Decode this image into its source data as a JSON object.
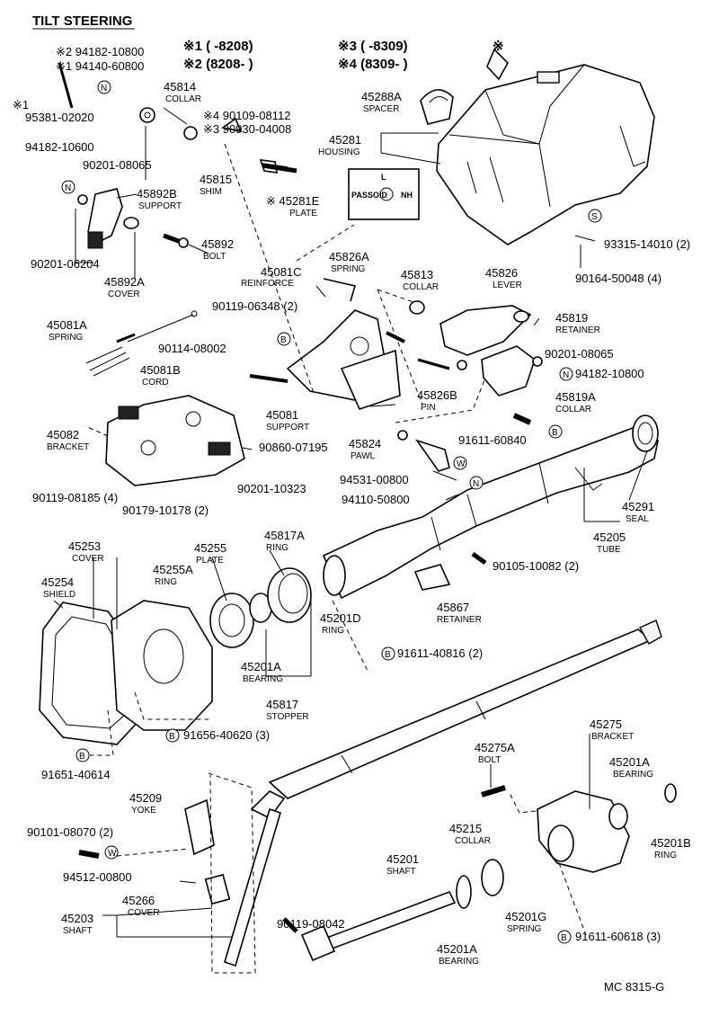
{
  "title": "TILT STEERING",
  "figure_code": "MC 8315-G",
  "legend": {
    "l1": "※1 (      -8208)",
    "l2": "※2 (8208-        )",
    "l3": "※3 (      -8309)",
    "l4": "※4 (8309-        )",
    "mark": "※"
  },
  "markers": {
    "N": "N",
    "B": "B",
    "S": "S",
    "W": "W"
  },
  "plate_text": {
    "passo": "PASSO",
    "center": "ID",
    "right": "NH",
    "top": "L"
  },
  "labels": [
    {
      "id": "p94182_10800_a",
      "text": "※2 94182-10800"
    },
    {
      "id": "p94140_60800",
      "text": "※1 94140-60800"
    },
    {
      "id": "p95381_02020",
      "text": "95381-02020"
    },
    {
      "id": "p95381_mark",
      "text": "※1"
    },
    {
      "id": "p45814",
      "text": "45814"
    },
    {
      "id": "n45814",
      "text": "COLLAR"
    },
    {
      "id": "p90109_08112",
      "text": "※4 90109-08112"
    },
    {
      "id": "p90930_04008",
      "text": "※3 90930-04008"
    },
    {
      "id": "p94182_10600",
      "text": "94182-10600"
    },
    {
      "id": "p90201_08065a",
      "text": "90201-08065"
    },
    {
      "id": "p45815",
      "text": "45815"
    },
    {
      "id": "n45815",
      "text": "SHIM"
    },
    {
      "id": "p45892B",
      "text": "45892B"
    },
    {
      "id": "n45892B",
      "text": "SUPPORT"
    },
    {
      "id": "p45892",
      "text": "45892"
    },
    {
      "id": "n45892",
      "text": "BOLT"
    },
    {
      "id": "p90201_06204",
      "text": "90201-06204"
    },
    {
      "id": "p45892A",
      "text": "45892A"
    },
    {
      "id": "n45892A",
      "text": "COVER"
    },
    {
      "id": "p45288A",
      "text": "45288A"
    },
    {
      "id": "n45288A",
      "text": "SPACER"
    },
    {
      "id": "p45281",
      "text": "45281"
    },
    {
      "id": "n45281",
      "text": "HOUSING"
    },
    {
      "id": "p45281E",
      "text": "※ 45281E"
    },
    {
      "id": "n45281E",
      "text": "PLATE"
    },
    {
      "id": "p93315_14010",
      "text": "93315-14010 (2)"
    },
    {
      "id": "p90164_50048",
      "text": "90164-50048 (4)"
    },
    {
      "id": "p45826A",
      "text": "45826A"
    },
    {
      "id": "n45826A",
      "text": "SPRING"
    },
    {
      "id": "p45081C",
      "text": "45081C"
    },
    {
      "id": "n45081C",
      "text": "REINFORCE"
    },
    {
      "id": "p90119_06348",
      "text": "90119-06348 (2)"
    },
    {
      "id": "p45813",
      "text": "45813"
    },
    {
      "id": "n45813",
      "text": "COLLAR"
    },
    {
      "id": "p45826",
      "text": "45826"
    },
    {
      "id": "n45826",
      "text": "LEVER"
    },
    {
      "id": "p45819",
      "text": "45819"
    },
    {
      "id": "n45819",
      "text": "RETAINER"
    },
    {
      "id": "p45081A",
      "text": "45081A"
    },
    {
      "id": "n45081A",
      "text": "SPRING"
    },
    {
      "id": "p90114_08002",
      "text": "90114-08002"
    },
    {
      "id": "p90201_08065b",
      "text": "90201-08065"
    },
    {
      "id": "p94182_10800_b",
      "text": "94182-10800"
    },
    {
      "id": "p45081B",
      "text": "45081B"
    },
    {
      "id": "n45081B",
      "text": "CORD"
    },
    {
      "id": "p45826B",
      "text": "45826B"
    },
    {
      "id": "n45826B",
      "text": "PIN"
    },
    {
      "id": "p45819A",
      "text": "45819A"
    },
    {
      "id": "n45819A",
      "text": "COLLAR"
    },
    {
      "id": "p45081",
      "text": "45081"
    },
    {
      "id": "n45081",
      "text": "SUPPORT"
    },
    {
      "id": "p45082",
      "text": "45082"
    },
    {
      "id": "n45082",
      "text": "BRACKET"
    },
    {
      "id": "p90860_07195",
      "text": "90860-07195"
    },
    {
      "id": "p45824",
      "text": "45824"
    },
    {
      "id": "n45824",
      "text": "PAWL"
    },
    {
      "id": "p91611_60840",
      "text": "91611-60840"
    },
    {
      "id": "p94531_00800",
      "text": "94531-00800"
    },
    {
      "id": "p94110_50800",
      "text": "94110-50800"
    },
    {
      "id": "p90119_08185",
      "text": "90119-08185 (4)"
    },
    {
      "id": "p90201_10323",
      "text": "90201-10323"
    },
    {
      "id": "p90179_10178",
      "text": "90179-10178 (2)"
    },
    {
      "id": "p45291",
      "text": "45291"
    },
    {
      "id": "n45291",
      "text": "SEAL"
    },
    {
      "id": "p45205",
      "text": "45205"
    },
    {
      "id": "n45205",
      "text": "TUBE"
    },
    {
      "id": "p45253",
      "text": "45253"
    },
    {
      "id": "n45253",
      "text": "COVER"
    },
    {
      "id": "p45255",
      "text": "45255"
    },
    {
      "id": "n45255",
      "text": "PLATE"
    },
    {
      "id": "p45817A",
      "text": "45817A"
    },
    {
      "id": "n45817A",
      "text": "RING"
    },
    {
      "id": "p45254",
      "text": "45254"
    },
    {
      "id": "n45254",
      "text": "SHIELD"
    },
    {
      "id": "p45255A",
      "text": "45255A"
    },
    {
      "id": "n45255A",
      "text": "RING"
    },
    {
      "id": "p90105_10082",
      "text": "90105-10082 (2)"
    },
    {
      "id": "p45867",
      "text": "45867"
    },
    {
      "id": "n45867",
      "text": "RETAINER"
    },
    {
      "id": "p45201D",
      "text": "45201D"
    },
    {
      "id": "n45201D",
      "text": "RING"
    },
    {
      "id": "p91611_40816",
      "text": "91611-40816 (2)"
    },
    {
      "id": "p45201A_a",
      "text": "45201A"
    },
    {
      "id": "n45201A_a",
      "text": "BEARING"
    },
    {
      "id": "p45817",
      "text": "45817"
    },
    {
      "id": "n45817",
      "text": "STOPPER"
    },
    {
      "id": "p91656_40620",
      "text": "91656-40620 (3)"
    },
    {
      "id": "p91651_40614",
      "text": "91651-40614"
    },
    {
      "id": "p45275",
      "text": "45275"
    },
    {
      "id": "n45275",
      "text": "BRACKET"
    },
    {
      "id": "p45275A",
      "text": "45275A"
    },
    {
      "id": "n45275A",
      "text": "BOLT"
    },
    {
      "id": "p45201A_b",
      "text": "45201A"
    },
    {
      "id": "n45201A_b",
      "text": "BEARING"
    },
    {
      "id": "p45209",
      "text": "45209"
    },
    {
      "id": "n45209",
      "text": "YOKE"
    },
    {
      "id": "p90101_08070",
      "text": "90101-08070 (2)"
    },
    {
      "id": "p94512_00800",
      "text": "94512-00800"
    },
    {
      "id": "p45215",
      "text": "45215"
    },
    {
      "id": "n45215",
      "text": "COLLAR"
    },
    {
      "id": "p45201B",
      "text": "45201B"
    },
    {
      "id": "n45201B",
      "text": "RING"
    },
    {
      "id": "p45201",
      "text": "45201"
    },
    {
      "id": "n45201",
      "text": "SHAFT"
    },
    {
      "id": "p45266",
      "text": "45266"
    },
    {
      "id": "n45266",
      "text": "COVER"
    },
    {
      "id": "p45203",
      "text": "45203"
    },
    {
      "id": "n45203",
      "text": "SHAFT"
    },
    {
      "id": "p90119_08042",
      "text": "90119-08042"
    },
    {
      "id": "p45201G",
      "text": "45201G"
    },
    {
      "id": "n45201G",
      "text": "SPRING"
    },
    {
      "id": "p45201A_c",
      "text": "45201A"
    },
    {
      "id": "n45201A_c",
      "text": "BEARING"
    },
    {
      "id": "p91611_60618",
      "text": "91611-60618 (3)"
    }
  ]
}
